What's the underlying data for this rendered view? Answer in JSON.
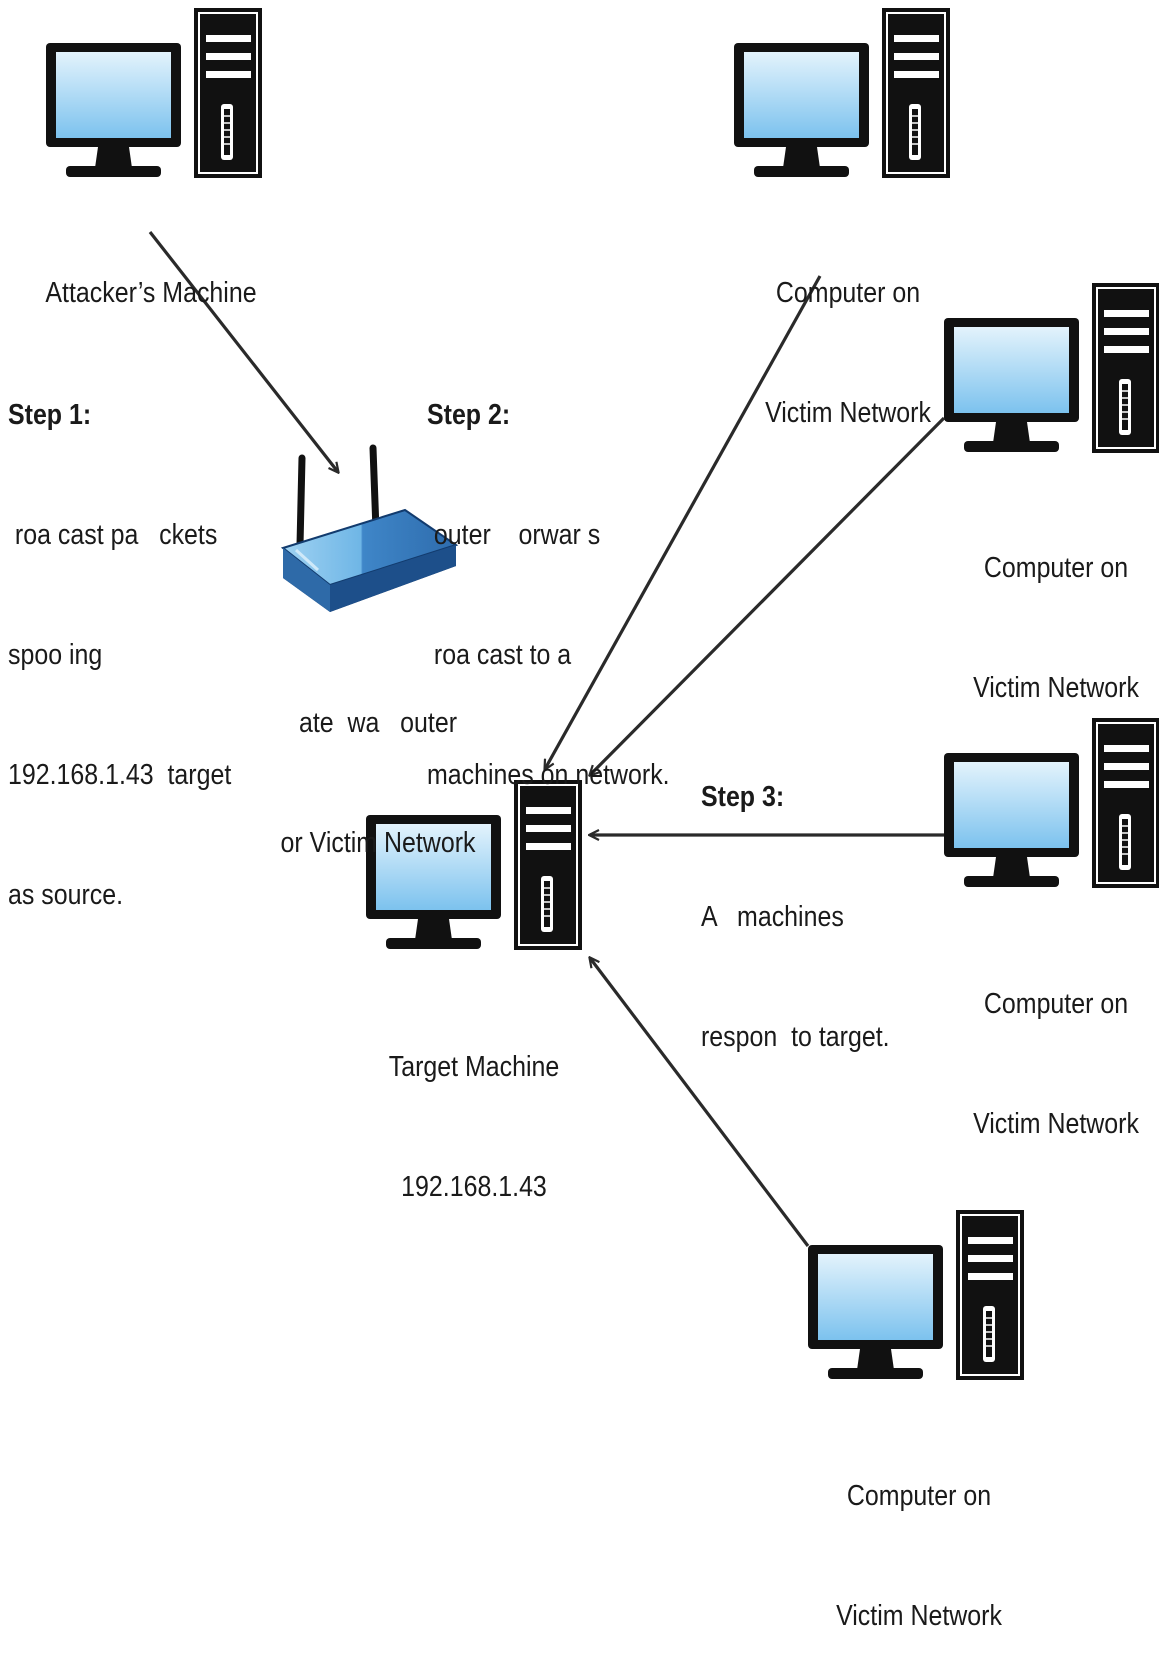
{
  "nodes": {
    "attacker": {
      "label_lines": [
        "Attacker’s Machine"
      ]
    },
    "router": {
      "label_lines": [
        "ate  wa   outer",
        "or Victim Network"
      ]
    },
    "target": {
      "label_lines": [
        "Target Machine",
        "192.168.1.43"
      ]
    },
    "victim_1": {
      "label_lines": [
        "Computer on",
        "Victim Network"
      ]
    },
    "victim_2": {
      "label_lines": [
        "Computer on",
        "Victim Network"
      ]
    },
    "victim_3": {
      "label_lines": [
        "Computer on",
        "Victim Network"
      ]
    },
    "victim_4": {
      "label_lines": [
        "Computer on",
        "Victim Network"
      ]
    }
  },
  "steps": {
    "step1": {
      "heading": "Step 1:",
      "lines": [
        " roa cast pa   ckets",
        "spoo ing",
        "192.168.1.43  target",
        "as source."
      ]
    },
    "step2": {
      "heading": "Step 2:",
      "lines": [
        " outer    orwar s",
        " roa cast to a",
        "machines on network."
      ]
    },
    "step3": {
      "heading": "Step 3:",
      "lines": [
        "A   machines",
        "respon  to target."
      ]
    }
  },
  "colors": {
    "screen_top": "#dff0fb",
    "screen_bottom": "#7ec3ee",
    "router_light": "#7fc0ea",
    "router_dark": "#2f6fb0",
    "stroke": "#111111",
    "arrow": "#2a2a2a"
  }
}
